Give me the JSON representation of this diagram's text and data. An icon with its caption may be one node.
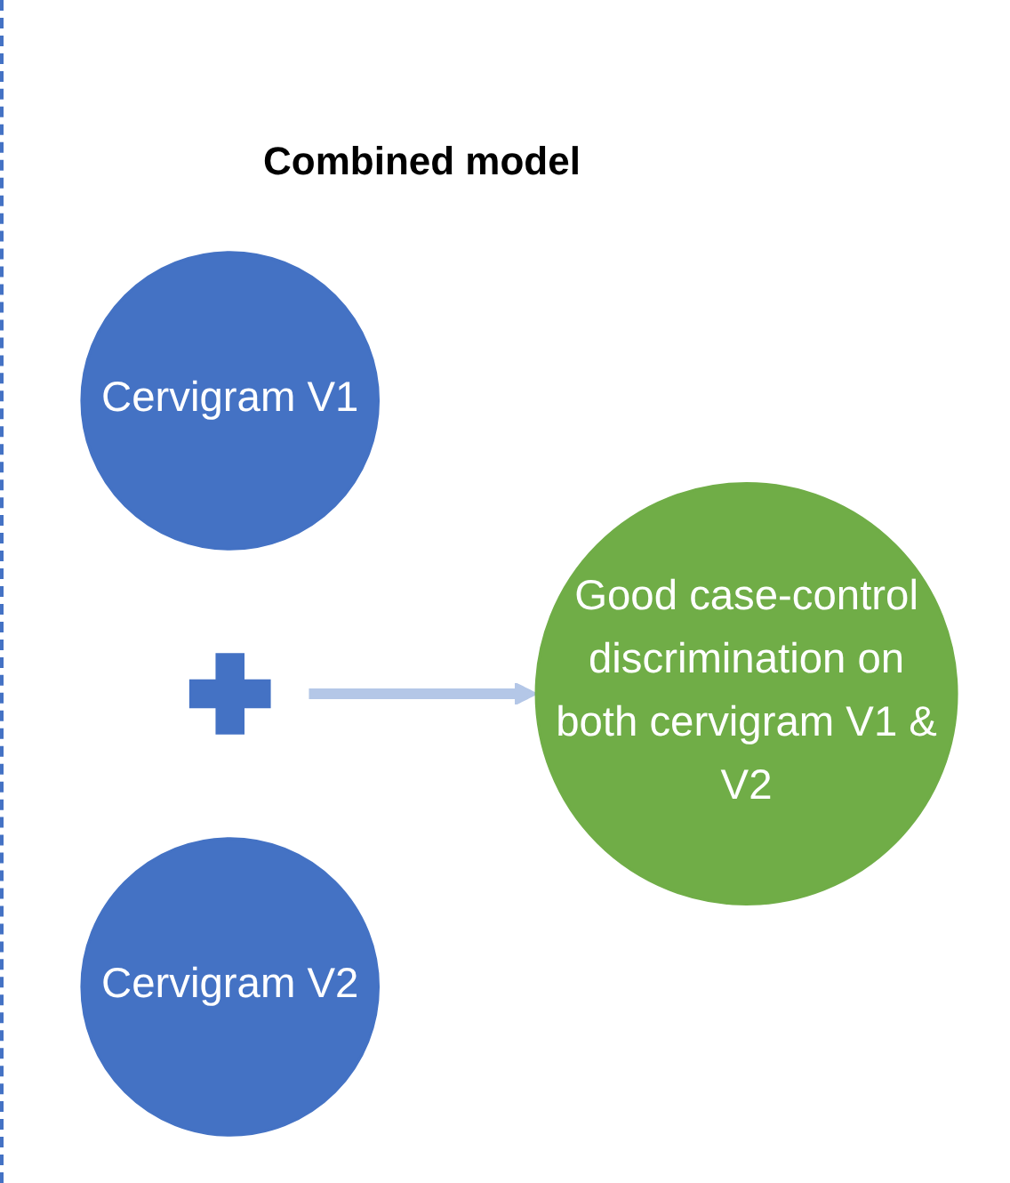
{
  "diagram": {
    "title": "Combined model",
    "nodes": [
      {
        "text": [
          "Cervigram V1"
        ]
      },
      {
        "text": [],
        "shape": "cross"
      },
      {
        "text": [
          "Cervigram V2"
        ]
      },
      {
        "text": [
          "Good case-control discrimination on both cervigram V1 & V2"
        ]
      }
    ],
    "edges": [
      {
        "from": 1,
        "to": 3,
        "arrow": "to",
        "color": "#b4c7e7"
      }
    ]
  }
}
